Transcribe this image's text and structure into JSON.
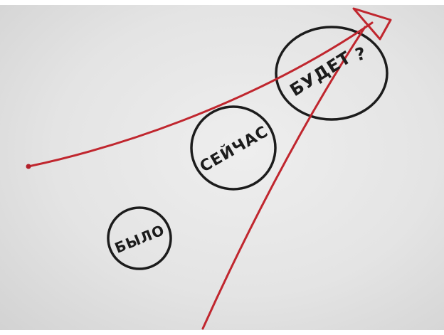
{
  "words": {
    "past": "БЫЛО",
    "present": "СЕЙЧАС",
    "future": "БУДЕТ",
    "question_mark": "?"
  },
  "colors": {
    "paper": "#e6e6e6",
    "marker_black": "#1c1c1c",
    "marker_red": "#c0262e"
  }
}
